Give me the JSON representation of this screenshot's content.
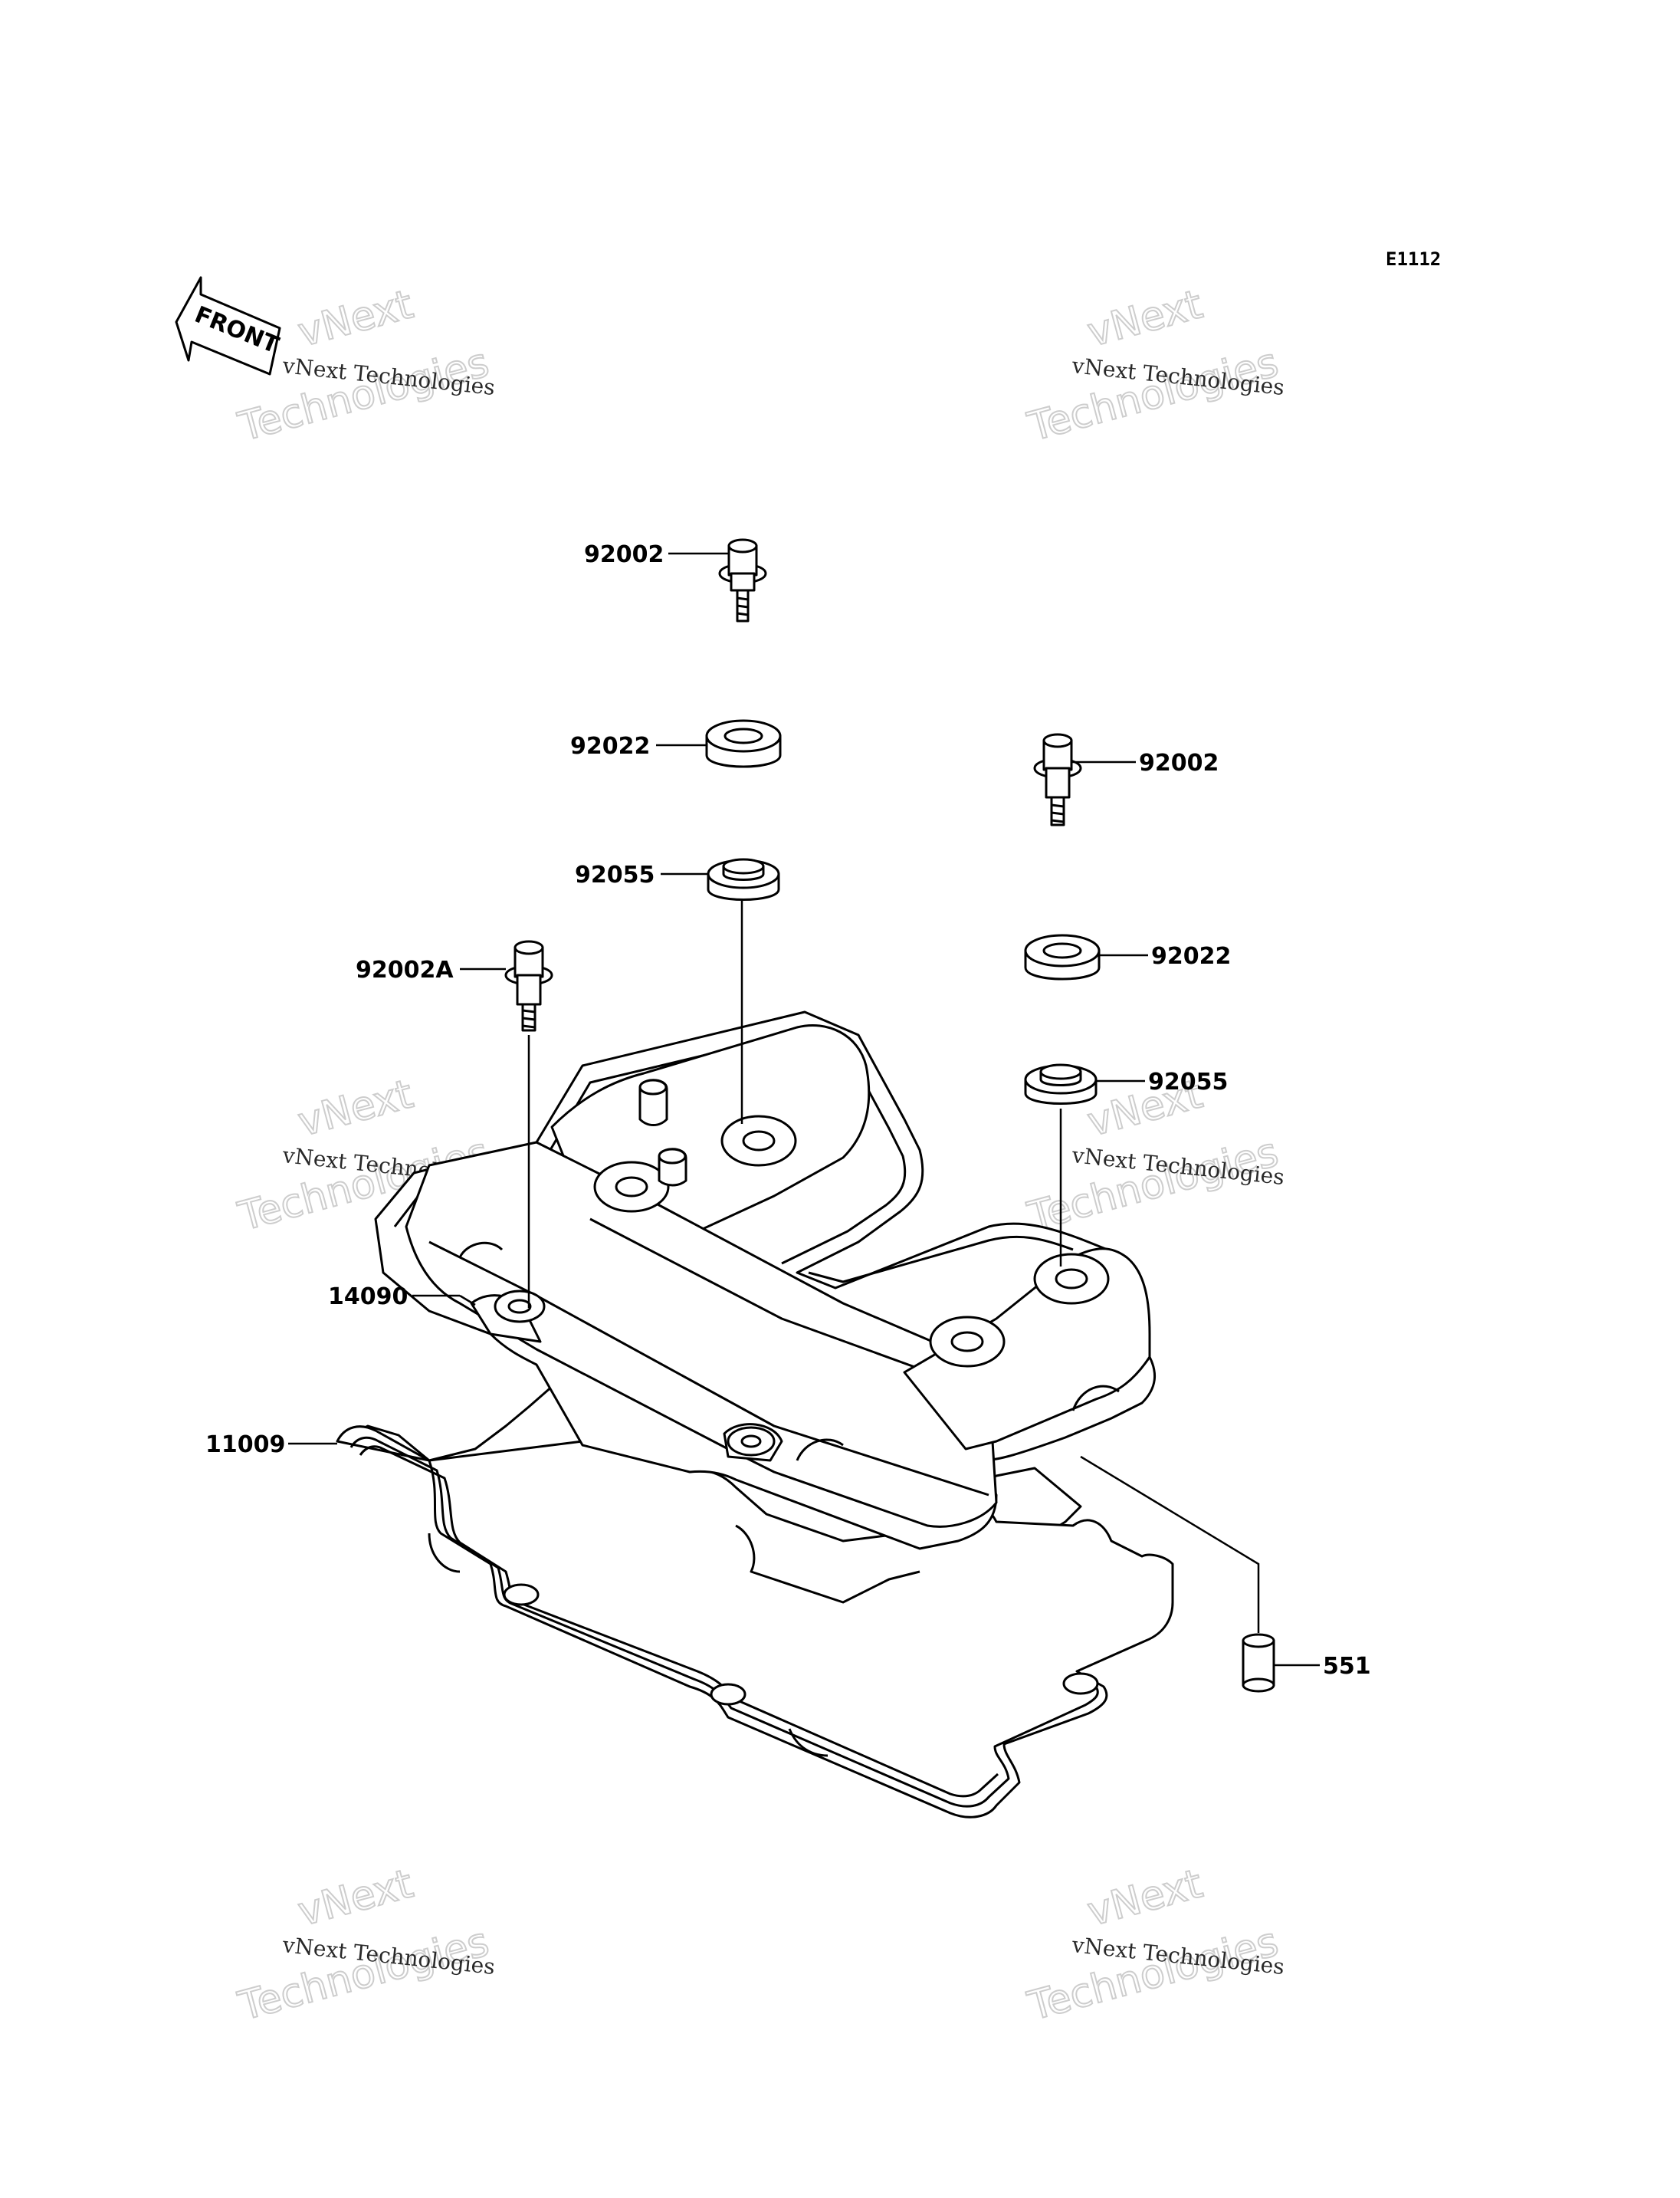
{
  "diagram_code": "E1112",
  "front_marker": "FRONT",
  "watermark": {
    "line": "vNext Technologies",
    "big_top": "vNext",
    "big_bottom": "Technologies"
  },
  "callouts": {
    "bolt_top": "92002",
    "washer_top": "92022",
    "grommet_top": "92055",
    "bolt_left": "92002A",
    "bolt_right": "92002",
    "washer_right": "92022",
    "grommet_right": "92055",
    "cover": "14090",
    "gasket": "11009",
    "dowel": "551"
  }
}
